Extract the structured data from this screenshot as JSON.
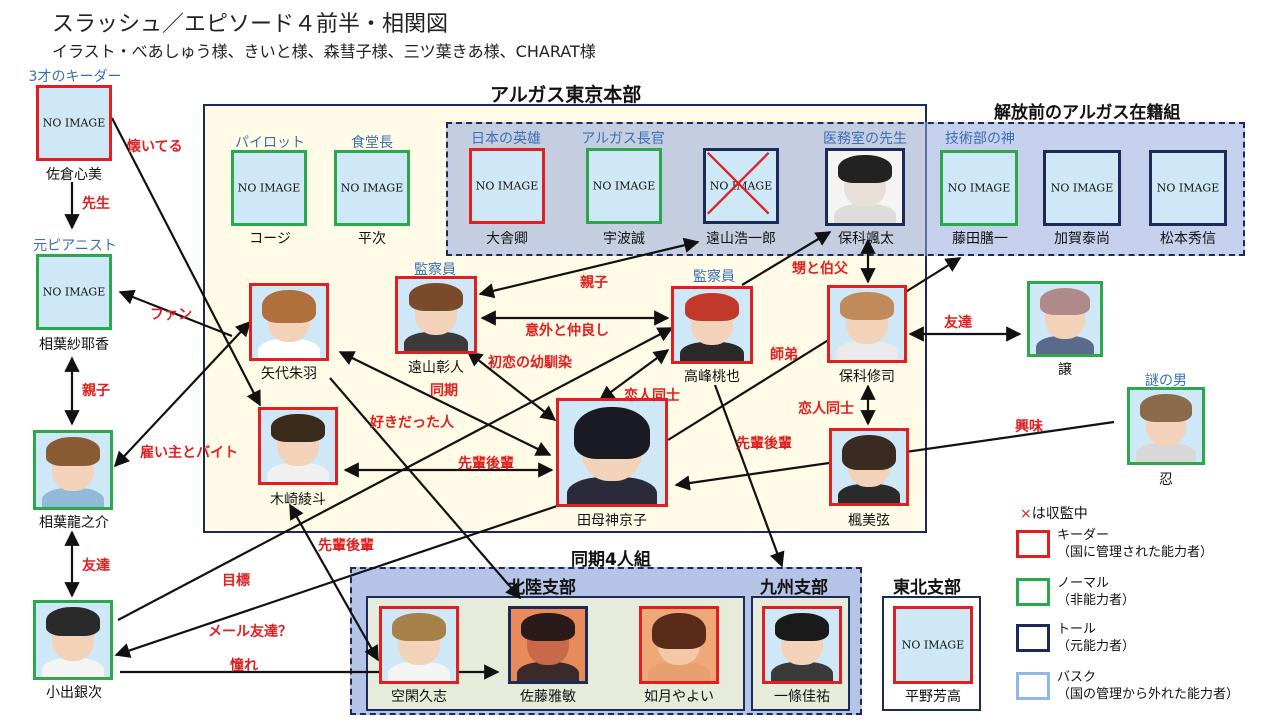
{
  "title": "スラッシュ／エピソード４前半・相関図",
  "subtitle": "イラスト・べあしゅう様、きいと様、森彗子様、三ツ葉きあ様、CHARAT様",
  "placeholder": "NO IMAGE",
  "groups": {
    "honbu": "アルガス東京本部",
    "kaiho": "解放前のアルガス在籍組",
    "douki": "同期4人組",
    "hokuriku": "北陸支部",
    "kyushu": "九州支部",
    "tohoku": "東北支部"
  },
  "people": {
    "sakura": {
      "name": "佐倉心美",
      "role": "3才のキーダー"
    },
    "sayaka": {
      "name": "相葉紗耶香",
      "role": "元ピアニスト"
    },
    "ryunosuke": {
      "name": "相葉龍之介"
    },
    "ginji": {
      "name": "小出銀次"
    },
    "koji": {
      "name": "コージ",
      "role": "パイロット"
    },
    "heiji": {
      "name": "平次",
      "role": "食堂長"
    },
    "oyake": {
      "name": "大舎卿",
      "role": "日本の英雄"
    },
    "uba": {
      "name": "宇波誠",
      "role": "アルガス長官"
    },
    "toyama_k": {
      "name": "遠山浩一郎"
    },
    "hoshina_s": {
      "name": "保科颯太",
      "role": "医務室の先生"
    },
    "fujita": {
      "name": "藤田膳一",
      "role": "技術部の神"
    },
    "kaga": {
      "name": "加賀泰尚"
    },
    "matsumoto": {
      "name": "松本秀信"
    },
    "yashiro": {
      "name": "矢代朱羽"
    },
    "toyama_a": {
      "name": "遠山彰人",
      "role": "監察員"
    },
    "takamine": {
      "name": "高峰桃也",
      "role": "監察員"
    },
    "hoshina_o": {
      "name": "保科修司"
    },
    "yuzuru": {
      "name": "譲"
    },
    "kizaki": {
      "name": "木崎綾斗"
    },
    "tamogami": {
      "name": "田母神京子"
    },
    "fumio": {
      "name": "楓美弦"
    },
    "shinobu": {
      "name": "忍",
      "role": "謎の男"
    },
    "soga": {
      "name": "空閑久志"
    },
    "sato": {
      "name": "佐藤雅敏"
    },
    "kisaragi": {
      "name": "如月やよい"
    },
    "ichijo": {
      "name": "一條佳祐"
    },
    "hirano": {
      "name": "平野芳高"
    }
  },
  "relations": {
    "natsuiteru": "懐いてる",
    "sensei": "先生",
    "fan": "ファン",
    "oyako1": "親子",
    "oyako2": "親子",
    "yatoi": "雇い主とバイト",
    "tomodachi1": "友達",
    "mokuhyo": "目標",
    "mail": "メール友達？",
    "akogare": "憧れ",
    "sempai1": "先輩後輩",
    "sempai2": "先輩後輩",
    "sempai3": "先輩後輩",
    "doki": "同期",
    "sukidatta": "好きだった人",
    "hatsukoi": "初恋の幼馴染",
    "igai": "意外と仲良し",
    "koibito1": "恋人同士",
    "koibito2": "恋人同士",
    "shitei": "師弟",
    "oi": "甥と伯父",
    "tomodachi2": "友達",
    "kyomi": "興味"
  },
  "legend": {
    "title_mark": "×",
    "title_rest": "は収監中",
    "items": [
      {
        "label": "キーダー",
        "desc": "（国に管理された能力者）",
        "color": "#e02020"
      },
      {
        "label": "ノーマル",
        "desc": "（非能力者）",
        "color": "#2aa84a"
      },
      {
        "label": "トール",
        "desc": "（元能力者）",
        "color": "#1c2a5a"
      },
      {
        "label": "バスク",
        "desc": "（国の管理から外れた能力者）",
        "color": "#8fb8e8"
      }
    ]
  },
  "colors": {
    "keeder": "#e02020",
    "normal": "#2aa84a",
    "tall": "#1c2a5a",
    "busk": "#8fb8e8",
    "relation": "#e02020",
    "role": "#3a6fb5"
  }
}
